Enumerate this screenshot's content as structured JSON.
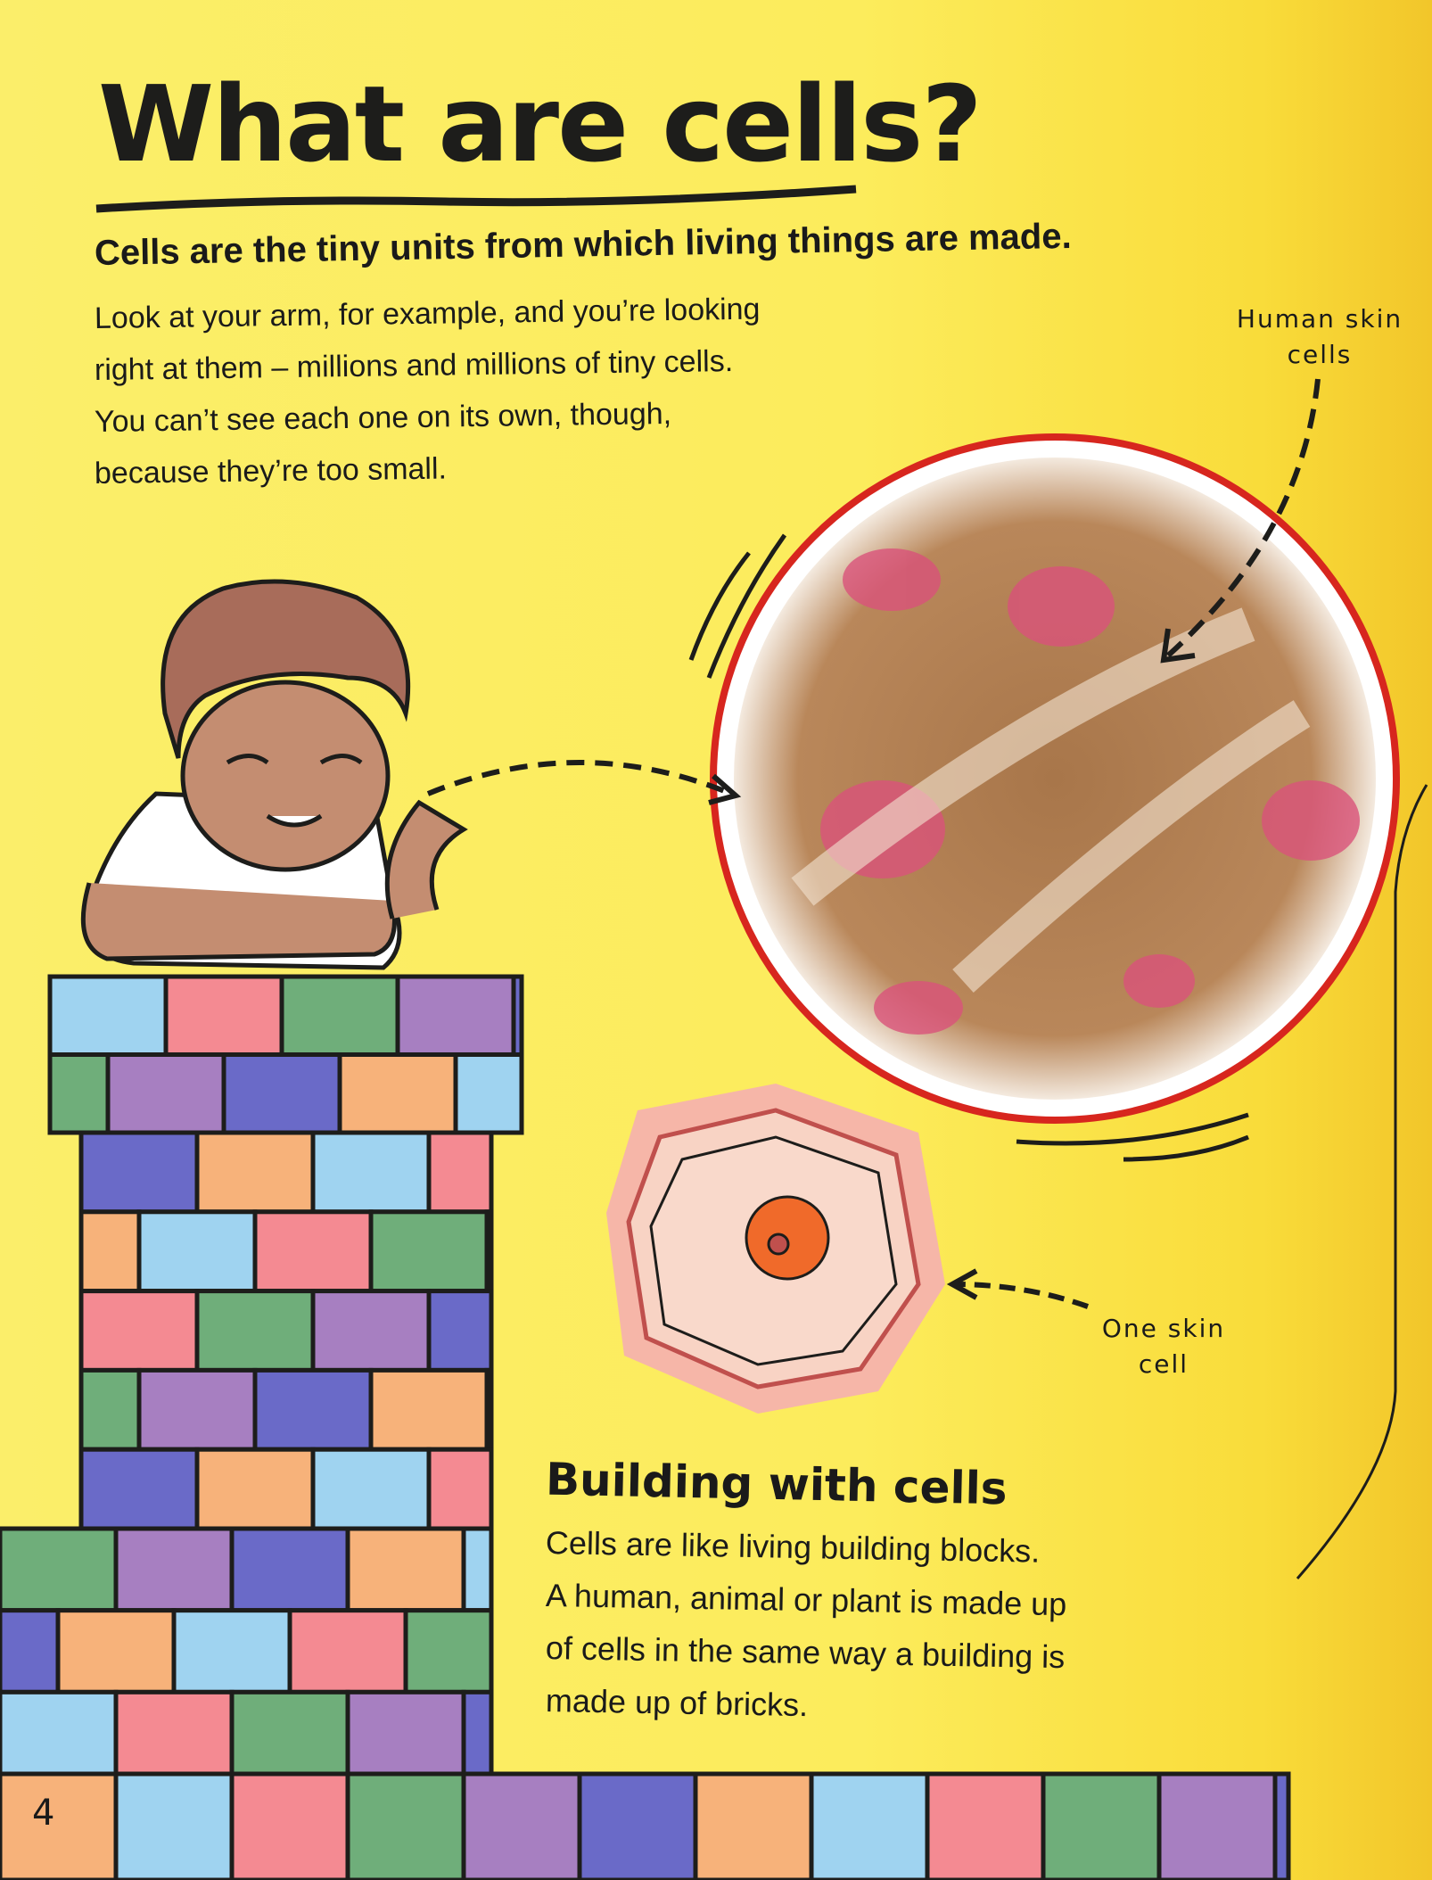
{
  "title": "What are cells?",
  "subtitle": "Cells are the tiny units from which living things are made.",
  "intro_lines": [
    "Look at your arm, for example, and you’re looking",
    "right at them – millions and millions of tiny cells.",
    "You can’t see each one on its own, though,",
    "because they’re too small."
  ],
  "labels": {
    "human_skin_cells": [
      "Human skin",
      "cells"
    ],
    "one_skin_cell": [
      "One skin",
      "cell"
    ]
  },
  "section": {
    "heading": "Building with cells",
    "lines": [
      "Cells are like living building blocks.",
      "A human, animal or plant is made up",
      "of cells in the same way a building is",
      "made up of bricks."
    ]
  },
  "page_number": "4",
  "colors": {
    "background": "#fcec5c",
    "circle_border": "#d7261e",
    "cell_pink": "#f6b6a8",
    "nucleus": "#f06a2a"
  }
}
